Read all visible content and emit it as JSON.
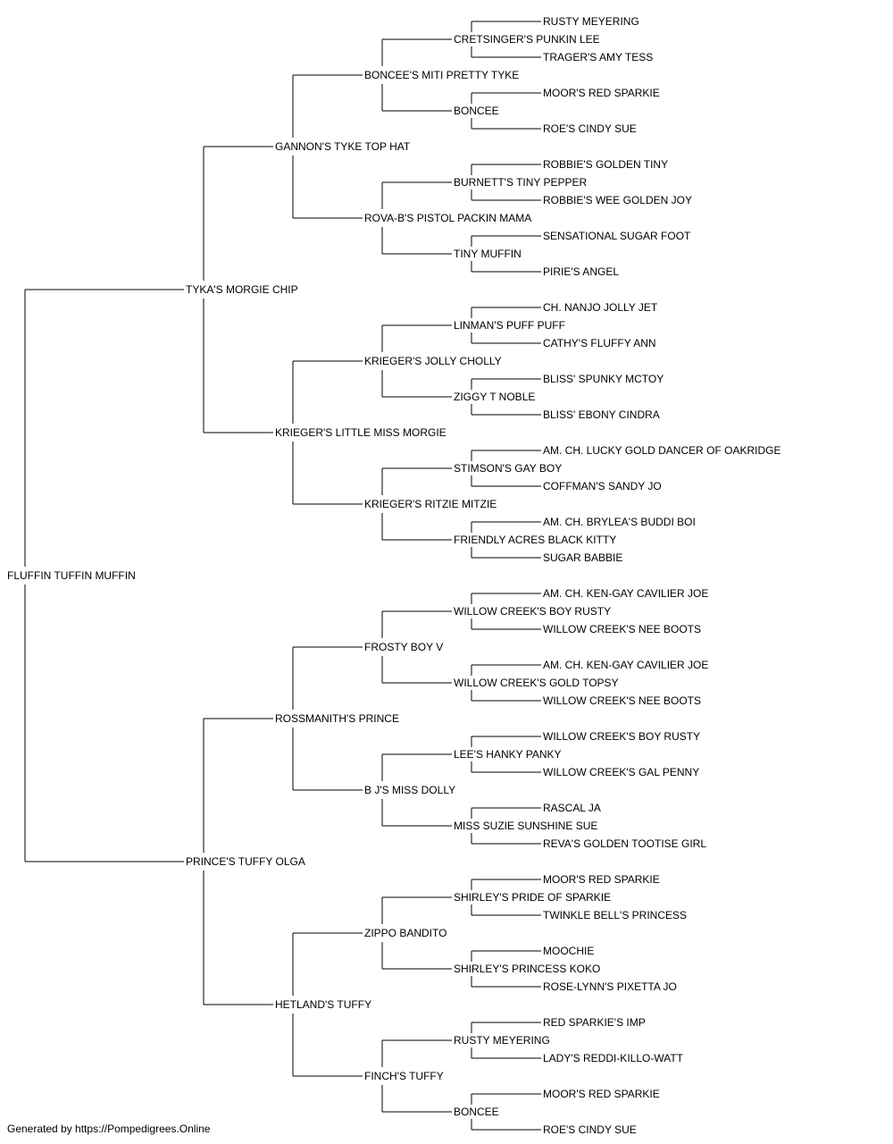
{
  "colors": {
    "text": "#000000",
    "lines": "#000000",
    "champion": "#ff0000",
    "background": "#ffffff"
  },
  "footer": "Generated by https://Pompedigrees.Online",
  "pedigree": {
    "name": "FLUFFIN TUFFIN MUFFIN",
    "sire": {
      "name": "TYKA'S MORGIE CHIP",
      "sire": {
        "name": "GANNON'S TYKE TOP HAT",
        "sire": {
          "name": "BONCEE'S MITI PRETTY TYKE",
          "sire": {
            "name": "CRETSINGER'S PUNKIN LEE",
            "sire": {
              "name": "RUSTY MEYERING"
            },
            "dam": {
              "name": "TRAGER'S AMY TESS"
            }
          },
          "dam": {
            "name": "BONCEE",
            "sire": {
              "name": "MOOR'S RED SPARKIE"
            },
            "dam": {
              "name": "ROE'S CINDY SUE"
            }
          }
        },
        "dam": {
          "name": "ROVA-B'S PISTOL PACKIN MAMA",
          "sire": {
            "name": "BURNETT'S TINY PEPPER",
            "sire": {
              "name": "ROBBIE'S GOLDEN TINY"
            },
            "dam": {
              "name": "ROBBIE'S WEE GOLDEN JOY"
            }
          },
          "dam": {
            "name": "TINY MUFFIN",
            "sire": {
              "name": "SENSATIONAL SUGAR FOOT"
            },
            "dam": {
              "name": "PIRIE'S ANGEL"
            }
          }
        }
      },
      "dam": {
        "name": "KRIEGER'S LITTLE MISS MORGIE",
        "sire": {
          "name": "KRIEGER'S JOLLY CHOLLY",
          "sire": {
            "name": "LINMAN'S PUFF PUFF",
            "sire": {
              "name": "CH. NANJO JOLLY JET",
              "champion": true
            },
            "dam": {
              "name": "CATHY'S FLUFFY ANN"
            }
          },
          "dam": {
            "name": "ZIGGY T NOBLE",
            "sire": {
              "name": "BLISS' SPUNKY MCTOY"
            },
            "dam": {
              "name": "BLISS' EBONY CINDRA"
            }
          }
        },
        "dam": {
          "name": "KRIEGER'S RITZIE MITZIE",
          "sire": {
            "name": "STIMSON'S GAY BOY",
            "sire": {
              "name": "AM. CH. LUCKY GOLD DANCER OF OAKRIDGE",
              "champion": true
            },
            "dam": {
              "name": "COFFMAN'S SANDY JO"
            }
          },
          "dam": {
            "name": "FRIENDLY ACRES BLACK KITTY",
            "sire": {
              "name": "AM. CH. BRYLEA'S BUDDI BOI",
              "champion": true
            },
            "dam": {
              "name": "SUGAR BABBIE"
            }
          }
        }
      }
    },
    "dam": {
      "name": "PRINCE'S TUFFY OLGA",
      "sire": {
        "name": "ROSSMANITH'S PRINCE",
        "sire": {
          "name": "FROSTY BOY V",
          "sire": {
            "name": "WILLOW CREEK'S BOY RUSTY",
            "sire": {
              "name": "AM. CH. KEN-GAY CAVILIER JOE",
              "champion": true
            },
            "dam": {
              "name": "WILLOW CREEK'S NEE BOOTS"
            }
          },
          "dam": {
            "name": "WILLOW CREEK'S GOLD TOPSY",
            "sire": {
              "name": "AM. CH. KEN-GAY CAVILIER JOE",
              "champion": true
            },
            "dam": {
              "name": "WILLOW CREEK'S NEE BOOTS"
            }
          }
        },
        "dam": {
          "name": "B J'S MISS DOLLY",
          "sire": {
            "name": "LEE'S HANKY PANKY",
            "sire": {
              "name": "WILLOW CREEK'S BOY RUSTY"
            },
            "dam": {
              "name": "WILLOW CREEK'S GAL PENNY"
            }
          },
          "dam": {
            "name": "MISS SUZIE SUNSHINE SUE",
            "sire": {
              "name": "RASCAL JA"
            },
            "dam": {
              "name": "REVA'S GOLDEN TOOTISE GIRL"
            }
          }
        }
      },
      "dam": {
        "name": "HETLAND'S TUFFY",
        "sire": {
          "name": "ZIPPO BANDITO",
          "sire": {
            "name": "SHIRLEY'S PRIDE OF SPARKIE",
            "sire": {
              "name": "MOOR'S RED SPARKIE"
            },
            "dam": {
              "name": "TWINKLE BELL'S PRINCESS"
            }
          },
          "dam": {
            "name": "SHIRLEY'S PRINCESS KOKO",
            "sire": {
              "name": "MOOCHIE"
            },
            "dam": {
              "name": "ROSE-LYNN'S PIXETTA JO"
            }
          }
        },
        "dam": {
          "name": "FINCH'S TUFFY",
          "sire": {
            "name": "RUSTY MEYERING",
            "sire": {
              "name": "RED SPARKIE'S IMP"
            },
            "dam": {
              "name": "LADY'S REDDI-KILLO-WATT"
            }
          },
          "dam": {
            "name": "BONCEE",
            "sire": {
              "name": "MOOR'S RED SPARKIE"
            },
            "dam": {
              "name": "ROE'S CINDY SUE"
            }
          }
        }
      }
    }
  }
}
